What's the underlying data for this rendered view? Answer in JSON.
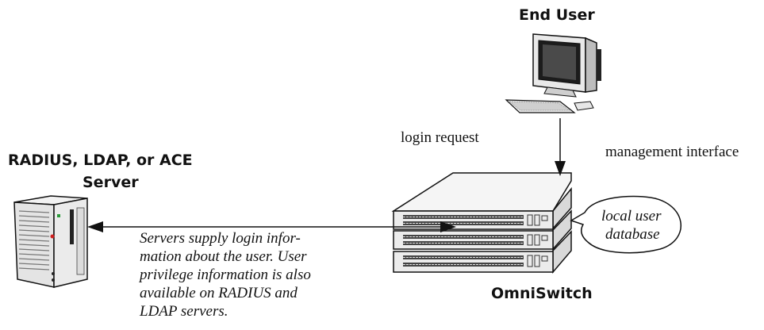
{
  "end_user": {
    "label": "End User"
  },
  "server": {
    "title_line1": "RADIUS, LDAP, or ACE",
    "title_line2": "Server"
  },
  "switch": {
    "label": "OmniSwitch"
  },
  "arrows": {
    "login_request": "login request",
    "management_interface": "management interface"
  },
  "database": {
    "line1": "local user",
    "line2": "database"
  },
  "servers_note": {
    "line1": "Servers supply login infor-",
    "line2": "mation about the user. User",
    "line3": "privilege information is also",
    "line4": "available on RADIUS and",
    "line5": "LDAP servers."
  }
}
